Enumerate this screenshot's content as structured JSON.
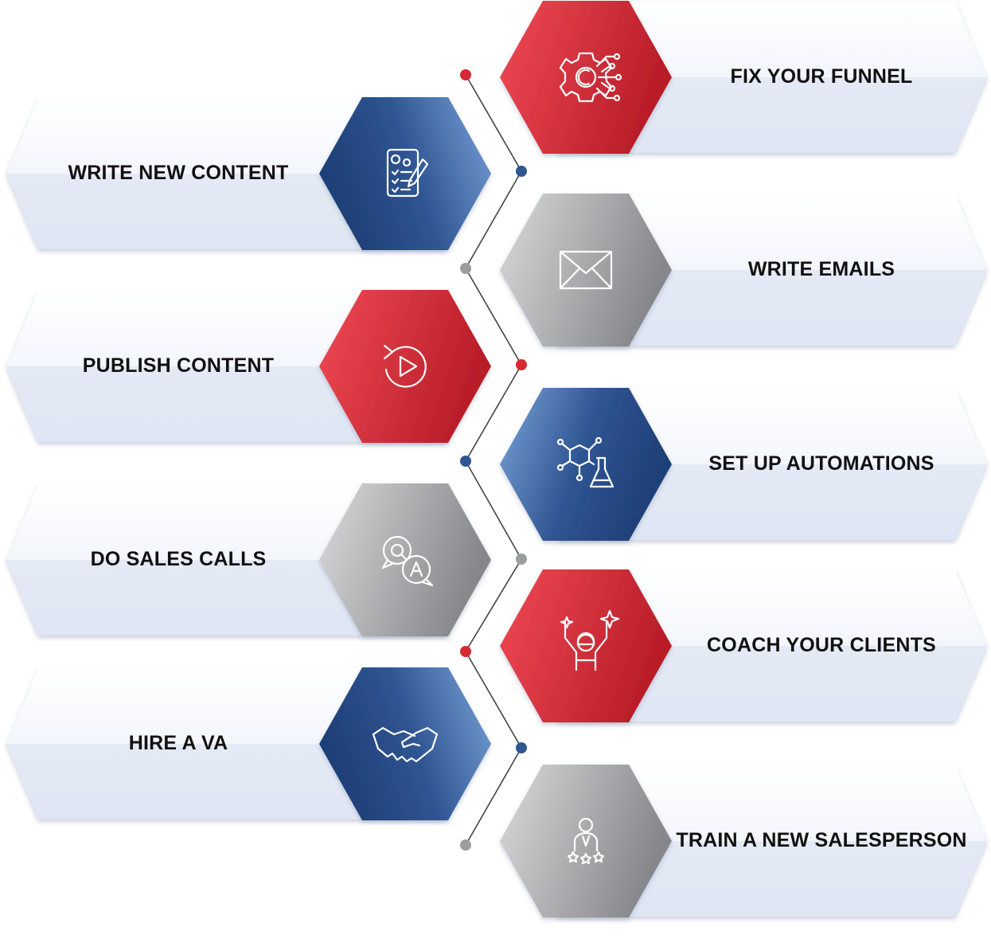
{
  "colors": {
    "red": "#d42a34",
    "blue": "#2f5592",
    "gray": "#9c9d9f",
    "banner": "#e6ecf6",
    "line": "#444444"
  },
  "items": [
    {
      "label": "FIX YOUR FUNNEL",
      "icon": "gear-circuit-icon",
      "color": "red",
      "side": "right"
    },
    {
      "label": "WRITE NEW CONTENT",
      "icon": "document-checklist-icon",
      "color": "blue",
      "side": "left"
    },
    {
      "label": "WRITE EMAILS",
      "icon": "envelope-icon",
      "color": "gray",
      "side": "right"
    },
    {
      "label": "PUBLISH CONTENT",
      "icon": "play-replay-icon",
      "color": "red",
      "side": "left"
    },
    {
      "label": "SET UP AUTOMATIONS",
      "icon": "molecule-flask-icon",
      "color": "blue",
      "side": "right"
    },
    {
      "label": "DO SALES CALLS",
      "icon": "qa-chat-icon",
      "color": "gray",
      "side": "left"
    },
    {
      "label": "COACH YOUR CLIENTS",
      "icon": "coach-person-icon",
      "color": "red",
      "side": "right"
    },
    {
      "label": "HIRE A VA",
      "icon": "handshake-icon",
      "color": "blue",
      "side": "left"
    },
    {
      "label": "TRAIN A NEW SALESPERSON",
      "icon": "salesperson-stars-icon",
      "color": "gray",
      "side": "right"
    }
  ],
  "dots": [
    "red",
    "blue",
    "gray",
    "red",
    "blue",
    "gray",
    "red",
    "blue",
    "gray"
  ]
}
